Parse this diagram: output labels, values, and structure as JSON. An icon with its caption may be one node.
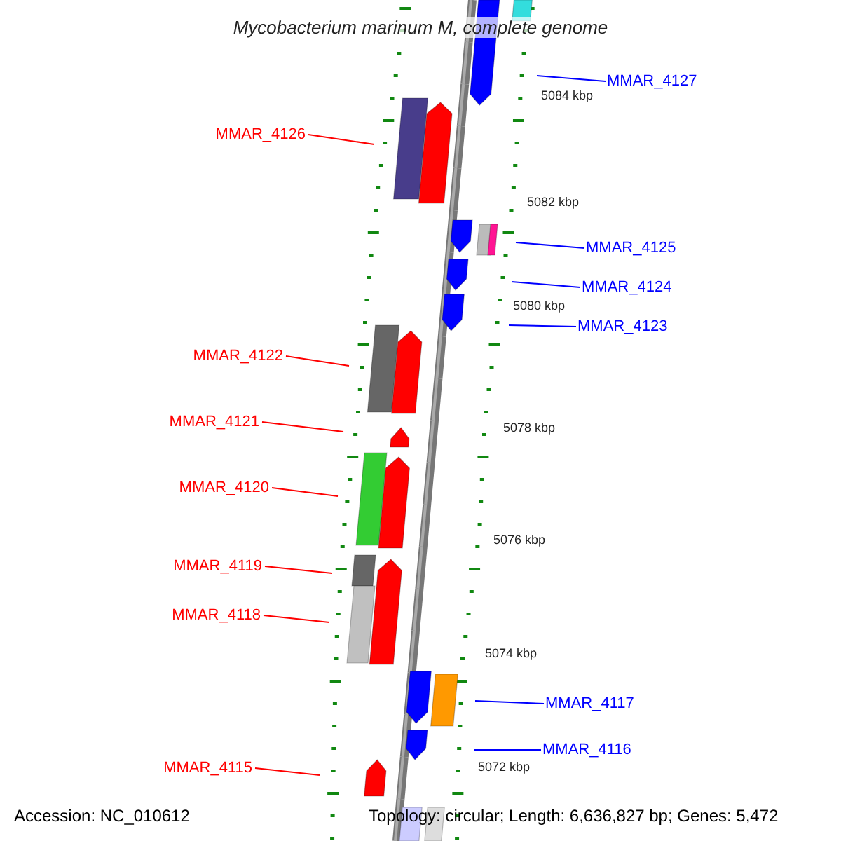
{
  "diagram": {
    "title": "Mycobacterium marinum M, complete genome",
    "nodes": [
      {
        "text": [
          "MMAR_4127"
        ]
      },
      {
        "text": [
          "MMAR_4126"
        ]
      },
      {
        "text": [
          "MMAR_4125"
        ]
      },
      {
        "text": [
          "MMAR_4124"
        ]
      },
      {
        "text": [
          "MMAR_4123"
        ]
      },
      {
        "text": [
          "MMAR_4122"
        ]
      },
      {
        "text": [
          "MMAR_4121"
        ]
      },
      {
        "text": [
          "MMAR_4120"
        ]
      },
      {
        "text": [
          "MMAR_4119"
        ]
      },
      {
        "text": [
          "MMAR_4118"
        ]
      },
      {
        "text": [
          "MMAR_4117"
        ]
      },
      {
        "text": [
          "MMAR_4116"
        ]
      },
      {
        "text": [
          "MMAR_4115"
        ]
      }
    ],
    "edges": [
      {
        "from": 0,
        "to": null,
        "arrow": "none",
        "color": "#0000ff"
      },
      {
        "from": 1,
        "to": null,
        "arrow": "none"
      },
      {
        "from": 2,
        "to": null,
        "arrow": "none",
        "color": "#0000ff"
      },
      {
        "from": 3,
        "to": null,
        "arrow": "none",
        "color": "#0000ff"
      },
      {
        "from": 4,
        "to": null,
        "arrow": "none",
        "color": "#0000ff"
      },
      {
        "from": 5,
        "to": null,
        "arrow": "none"
      },
      {
        "from": 6,
        "to": null,
        "arrow": "none"
      },
      {
        "from": 7,
        "to": null,
        "arrow": "none"
      },
      {
        "from": 8,
        "to": null,
        "arrow": "none"
      },
      {
        "from": 9,
        "to": null,
        "arrow": "none"
      },
      {
        "from": 10,
        "to": null,
        "arrow": "none",
        "color": "#0000ff"
      },
      {
        "from": 11,
        "to": null,
        "arrow": "none",
        "color": "#0000ff"
      },
      {
        "from": 12,
        "to": null,
        "arrow": "none"
      }
    ],
    "labels": [
      "5084 kbp",
      "5082 kbp",
      "5080 kbp",
      "5078 kbp",
      "5076 kbp",
      "5074 kbp",
      "5072 kbp",
      "Accession: NC_010612",
      "Topology: circular; Length: 6,636,827 bp; Genes: 5,472"
    ]
  }
}
